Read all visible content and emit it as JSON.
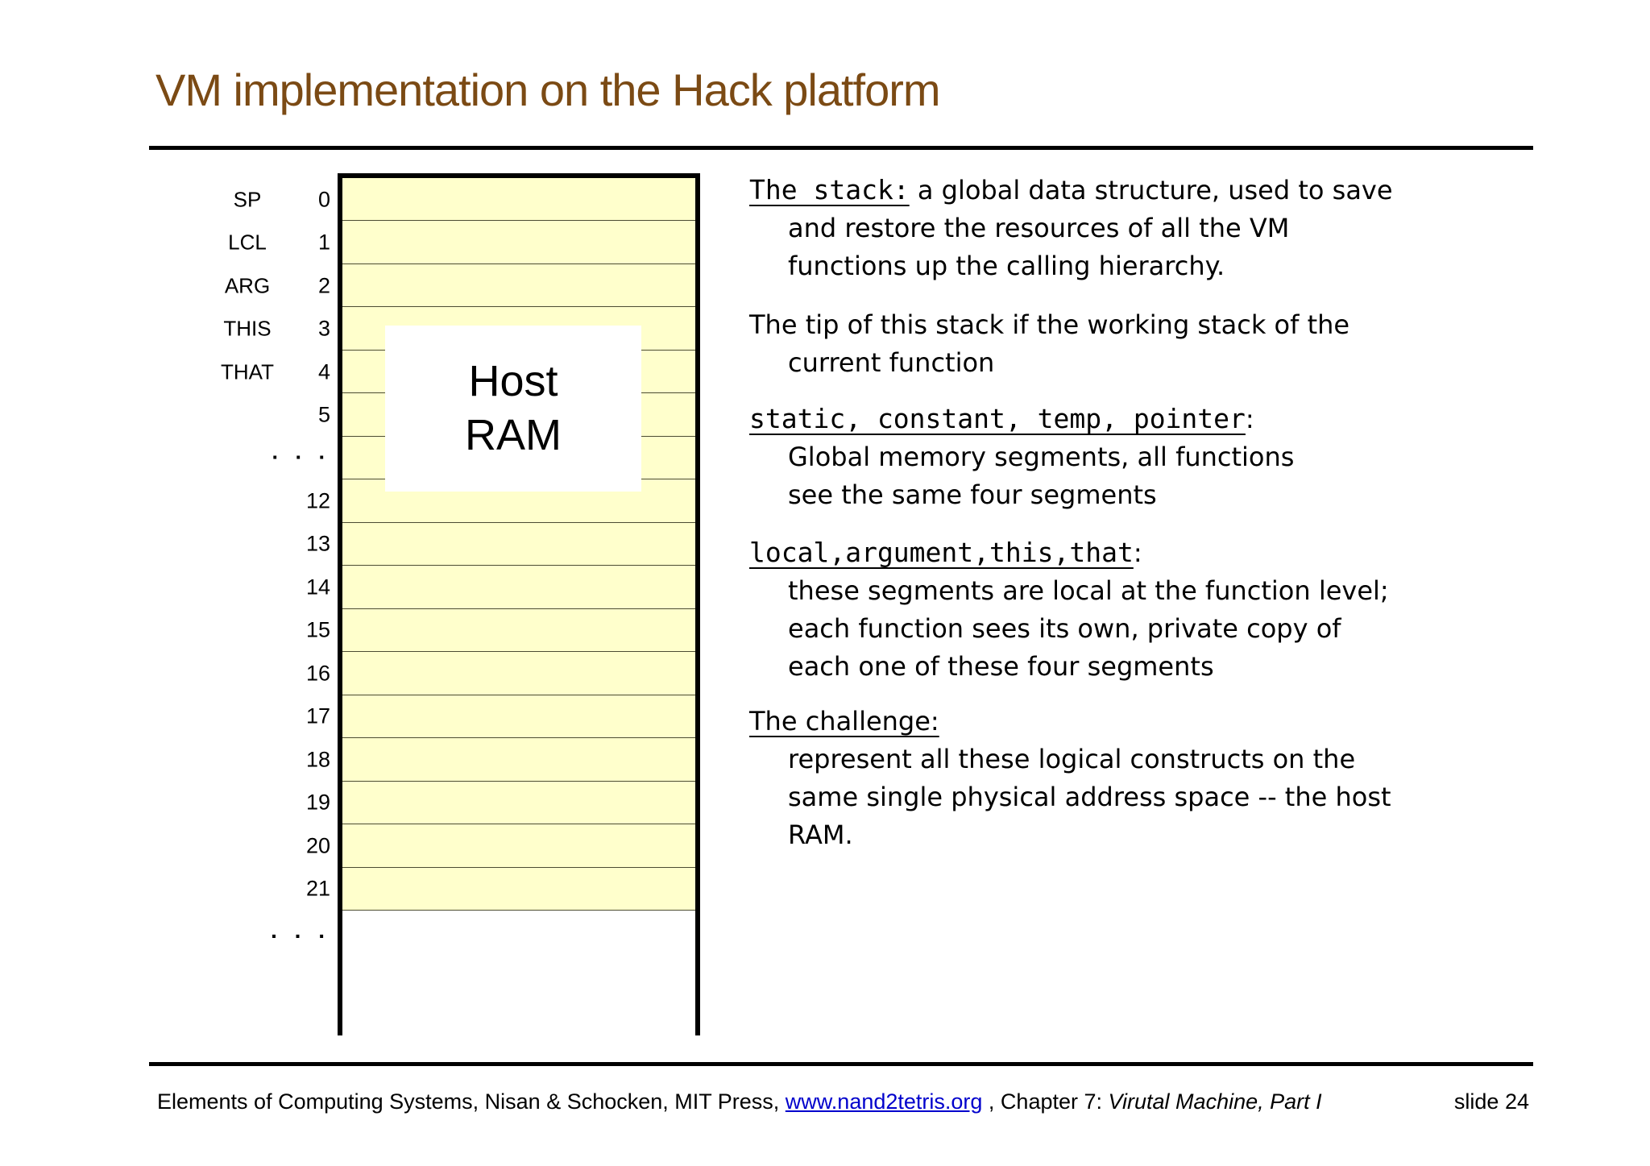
{
  "slide": {
    "title": "VM implementation on the Hack platform",
    "slide_number": "slide 24"
  },
  "colors": {
    "title": "#7B4A14",
    "ram_fill": "#FFFFCC",
    "link": "#0000CC",
    "row_line": "#4C4C33"
  },
  "diagram": {
    "host_ram_line1": "Host",
    "host_ram_line2": "RAM",
    "ellipsis": ". . .",
    "rows": [
      {
        "register": "SP",
        "address": "0"
      },
      {
        "register": "LCL",
        "address": "1"
      },
      {
        "register": "ARG",
        "address": "2"
      },
      {
        "register": "THIS",
        "address": "3"
      },
      {
        "register": "THAT",
        "address": "4"
      },
      {
        "register": "",
        "address": "5"
      },
      {
        "register": "",
        "address": ". . .",
        "dots": true
      },
      {
        "register": "",
        "address": "12"
      },
      {
        "register": "",
        "address": "13"
      },
      {
        "register": "",
        "address": "14"
      },
      {
        "register": "",
        "address": "15"
      },
      {
        "register": "",
        "address": "16"
      },
      {
        "register": "",
        "address": "17"
      },
      {
        "register": "",
        "address": "18"
      },
      {
        "register": "",
        "address": "19"
      },
      {
        "register": "",
        "address": "20"
      },
      {
        "register": "",
        "address": "21"
      }
    ]
  },
  "notes": [
    {
      "heading": "The stack:",
      "heading_font": "mono",
      "colon": "",
      "lead": "a global data structure, used to save",
      "lines": [
        "and restore the resources of all the VM",
        "functions up the calling hierarchy."
      ]
    },
    {
      "heading": "",
      "heading_font": "",
      "colon": "",
      "lead": "The tip of this stack if the working stack of the",
      "lines": [
        "current function"
      ]
    },
    {
      "heading": "static, constant, temp, pointer",
      "heading_font": "mono",
      "colon": ":",
      "lead": "",
      "lines": [
        "Global memory segments, all functions",
        "see the same four segments"
      ]
    },
    {
      "heading": "local,argument,this,that",
      "heading_font": "mono",
      "colon": ":",
      "lead": "",
      "lines": [
        "these segments are local at the function level;",
        "each function sees its own, private copy of",
        "each one of these four segments"
      ]
    },
    {
      "heading": "The challenge:",
      "heading_font": "sans",
      "colon": "",
      "lead": "",
      "lines": [
        "represent all these logical constructs on the",
        "same single physical address space -- the host",
        "RAM."
      ]
    }
  ],
  "footer": {
    "text_prefix": "Elements of Computing Systems, Nisan & Schocken, MIT Press, ",
    "link": "www.nand2tetris.org",
    "text_middle": " , Chapter 7: ",
    "chapter_italic": "Virutal Machine, Part I",
    "slide_label": "slide 24"
  }
}
